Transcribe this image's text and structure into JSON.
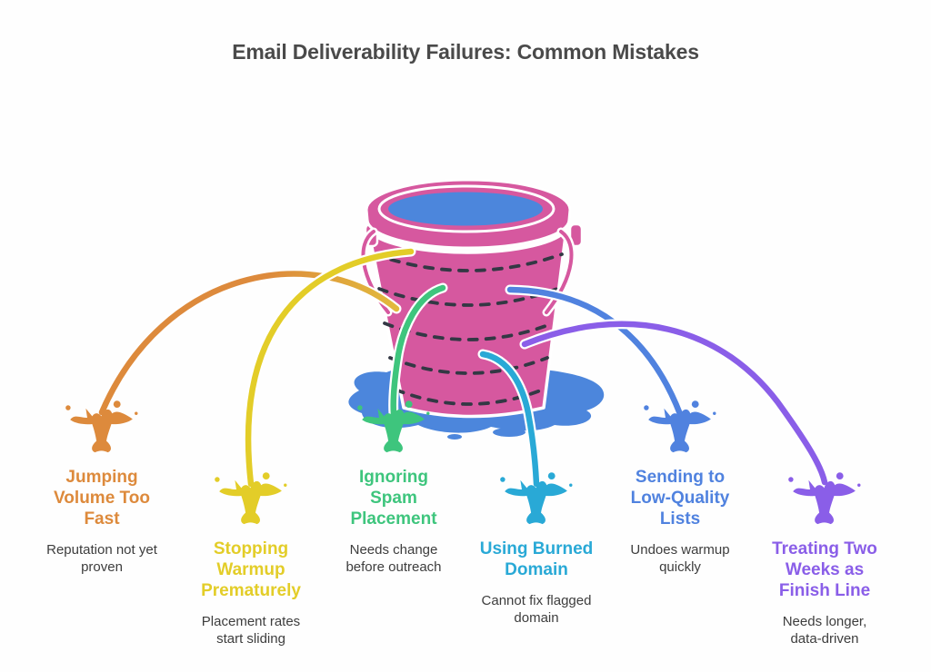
{
  "title": "Email Deliverability Failures: Common Mistakes",
  "colors": {
    "background": "#fefefe",
    "title_text": "#4a4a4a",
    "description_text": "#3d3d3d",
    "bucket_pink": "#d6589f",
    "water_blue": "#4c86dc",
    "hoop_dash": "#333844",
    "orange": "#dd8a3c",
    "orange_light": "#e2b93c",
    "yellow": "#e3cd28",
    "green": "#3ec57d",
    "cyan": "#29a9d6",
    "blue": "#5082df",
    "purple": "#8a5ee8"
  },
  "illustration": {
    "name": "leaky-bucket-with-water",
    "description_of_graphic": "pink bucket full of blue water leaking six colored streams onto splash icons"
  },
  "items": [
    {
      "label": "Jumping Volume Too Fast",
      "description": "Reputation not yet proven",
      "color_key": "orange",
      "icon": "splash-icon"
    },
    {
      "label": "Stopping Warmup Prematurely",
      "description": "Placement rates start sliding",
      "color_key": "yellow",
      "icon": "splash-icon"
    },
    {
      "label": "Ignoring Spam Placement",
      "description": "Needs change before outreach",
      "color_key": "green",
      "icon": "splash-icon"
    },
    {
      "label": "Using Burned Domain",
      "description": "Cannot fix flagged domain",
      "color_key": "cyan",
      "icon": "splash-icon"
    },
    {
      "label": "Sending to Low-Quality Lists",
      "description": "Undoes warmup quickly",
      "color_key": "blue",
      "icon": "splash-icon"
    },
    {
      "label": "Treating Two Weeks as Finish Line",
      "description": "Needs longer, data-driven",
      "color_key": "purple",
      "icon": "splash-icon"
    }
  ]
}
